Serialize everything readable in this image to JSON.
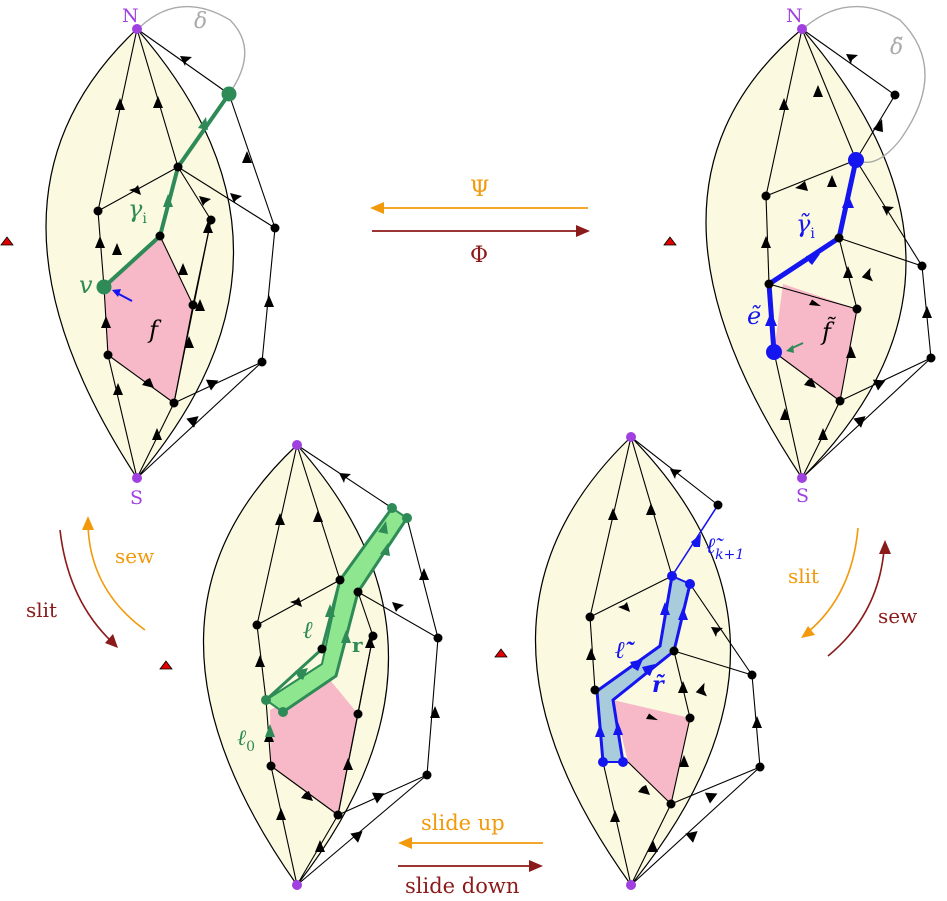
{
  "colors": {
    "cream": "#FBF9DF",
    "pink": "#F7B8C8",
    "green": "#2E8B57",
    "lightgreen": "#8EE68E",
    "blue": "#1515F0",
    "lightblue": "#A9CCDC",
    "purple": "#A040E0",
    "orange": "#F29A0C",
    "darkred": "#8B1A1A",
    "gray": "#AAAAAA",
    "red": "#E00000"
  },
  "panels": {
    "top_left": {
      "north_label": "N",
      "south_label": "S",
      "delta": "δ",
      "gamma": "γ",
      "gamma_sub": "i",
      "v": "v",
      "f": "f"
    },
    "top_right": {
      "north_label": "N",
      "south_label": "S",
      "delta": "δ̃",
      "gamma": "γ̃",
      "gamma_sub": "i",
      "e": "ẽ",
      "f": "f̃"
    },
    "bottom_left": {
      "ell": "ℓ",
      "r": "r",
      "ell0": "ℓ",
      "ell0_sub": "0"
    },
    "bottom_right": {
      "ell": "ℓ̃",
      "r": "r̃",
      "ellk": "ℓ̃",
      "ellk_sub": "k+1"
    }
  },
  "arrows": {
    "psi": "Ψ",
    "phi": "Φ",
    "sew_left": "sew",
    "slit_left": "slit",
    "slit_right": "slit",
    "sew_right": "sew",
    "slide_up": "slide up",
    "slide_down": "slide down"
  }
}
